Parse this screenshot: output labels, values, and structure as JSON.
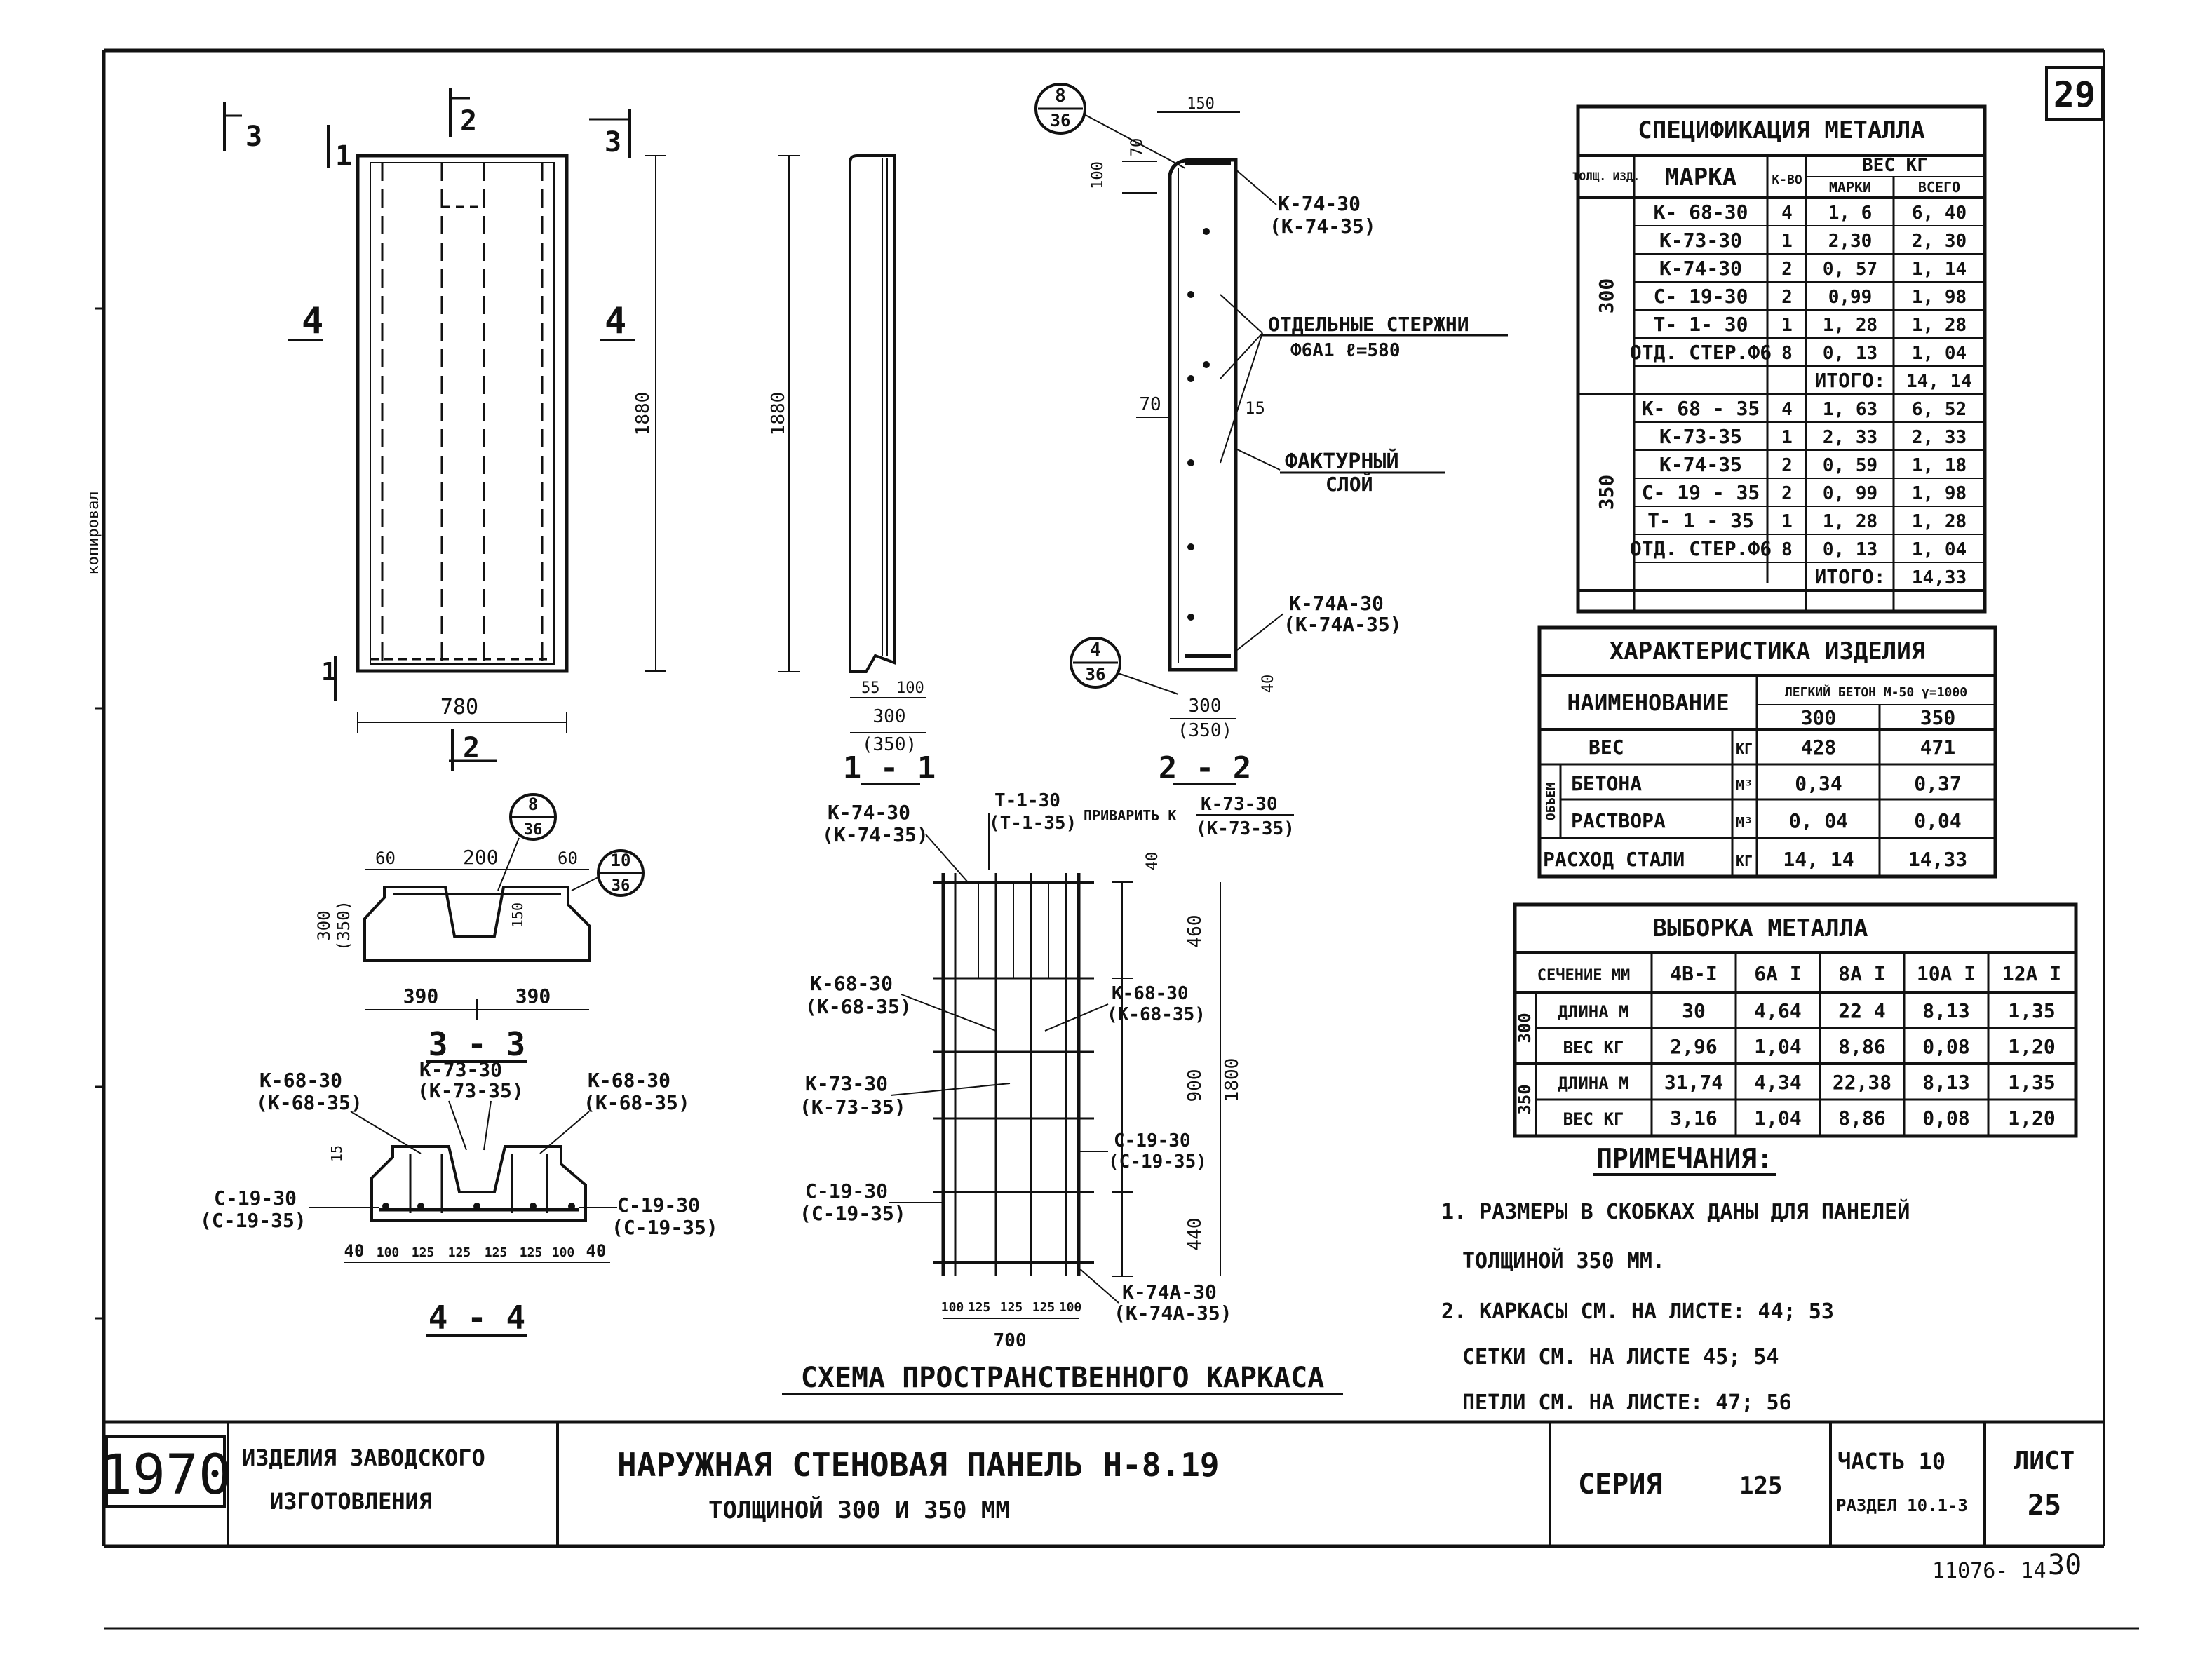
{
  "sheet": {
    "corner_number": "29",
    "bottom_code": "11076- 14",
    "bottom_sheet_mark": "30",
    "left_margin_text": "копировал"
  },
  "elevation": {
    "section_marks": [
      "3",
      "1",
      "2",
      "3",
      "4",
      "4",
      "1",
      "2"
    ],
    "dim_width": "780",
    "dim_height": "1880"
  },
  "section_1_1": {
    "title": "1 - 1",
    "dim_height": "1880",
    "dim_55": "55",
    "dim_100": "100",
    "dim_300": "300",
    "dim_350": "(350)"
  },
  "section_2_2": {
    "title": "2 - 2",
    "node_top_num": "8",
    "node_top_den": "36",
    "node_bot_num": "4",
    "node_bot_den": "36",
    "dim_150": "150",
    "dim_70": "70",
    "dim_100": "100",
    "dim_70_side": "70",
    "dim_15": "15",
    "dim_40": "40",
    "dim_300": "300",
    "dim_350": "(350)",
    "label_k74": "К-74-30",
    "label_k74_alt": "(К-74-35)",
    "label_rods": "ОТДЕЛЬНЫЕ  СТЕРЖНИ",
    "label_rods_2": "Ф6А1  ℓ=580",
    "label_facing": "ФАКТУРНЫЙ",
    "label_facing_2": "СЛОЙ",
    "label_k74a": "К-74А-30",
    "label_k74a_alt": "(К-74А-35)"
  },
  "section_3_3": {
    "title": "3 - 3",
    "dim_60_l": "60",
    "dim_200": "200",
    "dim_60_r": "60",
    "dim_300": "300",
    "dim_350": "(350)",
    "dim_150": "150",
    "dim_390_l": "390",
    "dim_390_r": "390",
    "node_a_num": "8",
    "node_a_den": "36",
    "node_b_num": "10",
    "node_b_den": "36"
  },
  "section_4_4": {
    "title": "4 - 4",
    "k68_l": "К-68-30",
    "k68_l_alt": "(К-68-35)",
    "k73": "К-73-30",
    "k73_alt": "(К-73-35)",
    "k68_r": "К-68-30",
    "k68_r_alt": "(К-68-35)",
    "c19_l": "С-19-30",
    "c19_l_alt": "(С-19-35)",
    "c19_r": "С-19-30",
    "c19_r_alt": "(С-19-35)",
    "dim_15": "15",
    "dims": [
      "40",
      "100",
      "125",
      "125",
      "125",
      "125",
      "100",
      "40"
    ]
  },
  "cage": {
    "title": "СХЕМА  ПРОСТРАНСТВЕННОГО КАРКАСА",
    "k74": "К-74-30",
    "k74_alt": "(К-74-35)",
    "t1": "Т-1-30",
    "t1_alt": "(Т-1-35)",
    "weld_to": "ПРИВАРИТЬ К",
    "k73_top": "К-73-30",
    "k73_top_alt": "(К-73-35)",
    "k68_l": "К-68-30",
    "k68_l_alt": "(К-68-35)",
    "k68_r": "К-68-30",
    "k68_r_alt": "(К-68-35)",
    "k73": "К-73-30",
    "k73_alt": "(К-73-35)",
    "c19_r": "С-19-30",
    "c19_r_alt": "(С-19-35)",
    "c19_l": "С-19-30",
    "c19_l_alt": "(С-19-35)",
    "k74a": "К-74А-30",
    "k74a_alt": "(К-74А-35)",
    "dim_40": "40",
    "dim_460": "460",
    "dim_900": "900",
    "dim_440": "440",
    "dim_1800": "1800",
    "dims_bottom": [
      "100",
      "125",
      "125",
      "125",
      "100"
    ],
    "dim_700": "700"
  },
  "spec": {
    "title": "СПЕЦИФИКАЦИЯ  МЕТАЛЛА",
    "h_thickness": "ТОЛЩ. ИЗД.",
    "h_mark": "МАРКА",
    "h_qty": "К-ВО",
    "h_weight": "ВЕС  КГ",
    "h_weight_mark": "МАРКИ",
    "h_weight_total": "ВСЕГО",
    "groups": [
      {
        "thickness": "300",
        "rows": [
          [
            "К- 68-30",
            "4",
            "1, 6",
            "6, 40"
          ],
          [
            "К-73-30",
            "1",
            "2,30",
            "2, 30"
          ],
          [
            "К-74-30",
            "2",
            "0, 57",
            "1, 14"
          ],
          [
            "С- 19-30",
            "2",
            "0,99",
            "1, 98"
          ],
          [
            "Т- 1- 30",
            "1",
            "1, 28",
            "1, 28"
          ],
          [
            "ОТД. СТЕР.Ф6",
            "8",
            "0, 13",
            "1, 04"
          ]
        ],
        "total_label": "ИТОГО:",
        "total": "14, 14"
      },
      {
        "thickness": "350",
        "rows": [
          [
            "К- 68 - 35",
            "4",
            "1, 63",
            "6, 52"
          ],
          [
            "К-73-35",
            "1",
            "2, 33",
            "2, 33"
          ],
          [
            "К-74-35",
            "2",
            "0, 59",
            "1, 18"
          ],
          [
            "С- 19 - 35",
            "2",
            "0, 99",
            "1, 98"
          ],
          [
            "Т- 1 - 35",
            "1",
            "1, 28",
            "1, 28"
          ],
          [
            "ОТД. СТЕР.Ф6",
            "8",
            "0, 13",
            "1, 04"
          ]
        ],
        "total_label": "ИТОГО:",
        "total": "14,33"
      }
    ]
  },
  "character": {
    "title": "ХАРАКТЕРИСТИКА  ИЗДЕЛИЯ",
    "h_name": "НАИМЕНОВАНИЕ",
    "h_concrete": "ЛЕГКИЙ БЕТОН М-50 γ=1000",
    "h_300": "300",
    "h_350": "350",
    "volume_label": "ОБЪЕМ",
    "rows": [
      [
        "ВЕС",
        "КГ",
        "428",
        "471"
      ],
      [
        "БЕТОНА",
        "М³",
        "0,34",
        "0,37"
      ],
      [
        "РАСТВОРА",
        "М³",
        "0, 04",
        "0,04"
      ],
      [
        "РАСХОД  СТАЛИ",
        "КГ",
        "14, 14",
        "14,33"
      ]
    ]
  },
  "sample": {
    "title": "ВЫБОРКА  МЕТАЛЛА",
    "h_section": "СЕЧЕНИЕ ММ",
    "cols": [
      "4В-I",
      "6А I",
      "8А I",
      "10А I",
      "12А I"
    ],
    "groups": [
      {
        "thickness": "300",
        "rows": [
          [
            "ДЛИНА М",
            "30",
            "4,64",
            "22 4",
            "8,13",
            "1,35"
          ],
          [
            "ВЕС КГ",
            "2,96",
            "1,04",
            "8,86",
            "0,08",
            "1,20"
          ]
        ]
      },
      {
        "thickness": "350",
        "rows": [
          [
            "ДЛИНА М",
            "31,74",
            "4,34",
            "22,38",
            "8,13",
            "1,35"
          ],
          [
            "ВЕС КГ",
            "3,16",
            "1,04",
            "8,86",
            "0,08",
            "1,20"
          ]
        ]
      }
    ]
  },
  "notes": {
    "title": "ПРИМЕЧАНИЯ:",
    "lines": [
      "1. РАЗМЕРЫ В СКОБКАХ ДАНЫ ДЛЯ ПАНЕЛЕЙ",
      "ТОЛЩИНОЙ  350 ММ.",
      "2. КАРКАСЫ СМ. НА ЛИСТЕ: 44; 53",
      "СЕТКИ  СМ.  НА ЛИСТЕ 45; 54",
      "ПЕТЛИ  СМ.  НА ЛИСТЕ: 47; 56"
    ]
  },
  "title_block": {
    "year": "1970",
    "category_1": "ИЗДЕЛИЯ ЗАВОДСКОГО",
    "category_2": "ИЗГОТОВЛЕНИЯ",
    "name_1": "НАРУЖНАЯ  СТЕНОВАЯ  ПАНЕЛЬ  Н-8.19",
    "name_2": "ТОЛЩИНОЙ 300  И 350 ММ",
    "series_label": "СЕРИЯ",
    "series_value": "125",
    "part": "ЧАСТЬ 10",
    "razdel": "РАЗДЕЛ 10.1-3",
    "sheet_label": "ЛИСТ",
    "sheet_value": "25"
  }
}
